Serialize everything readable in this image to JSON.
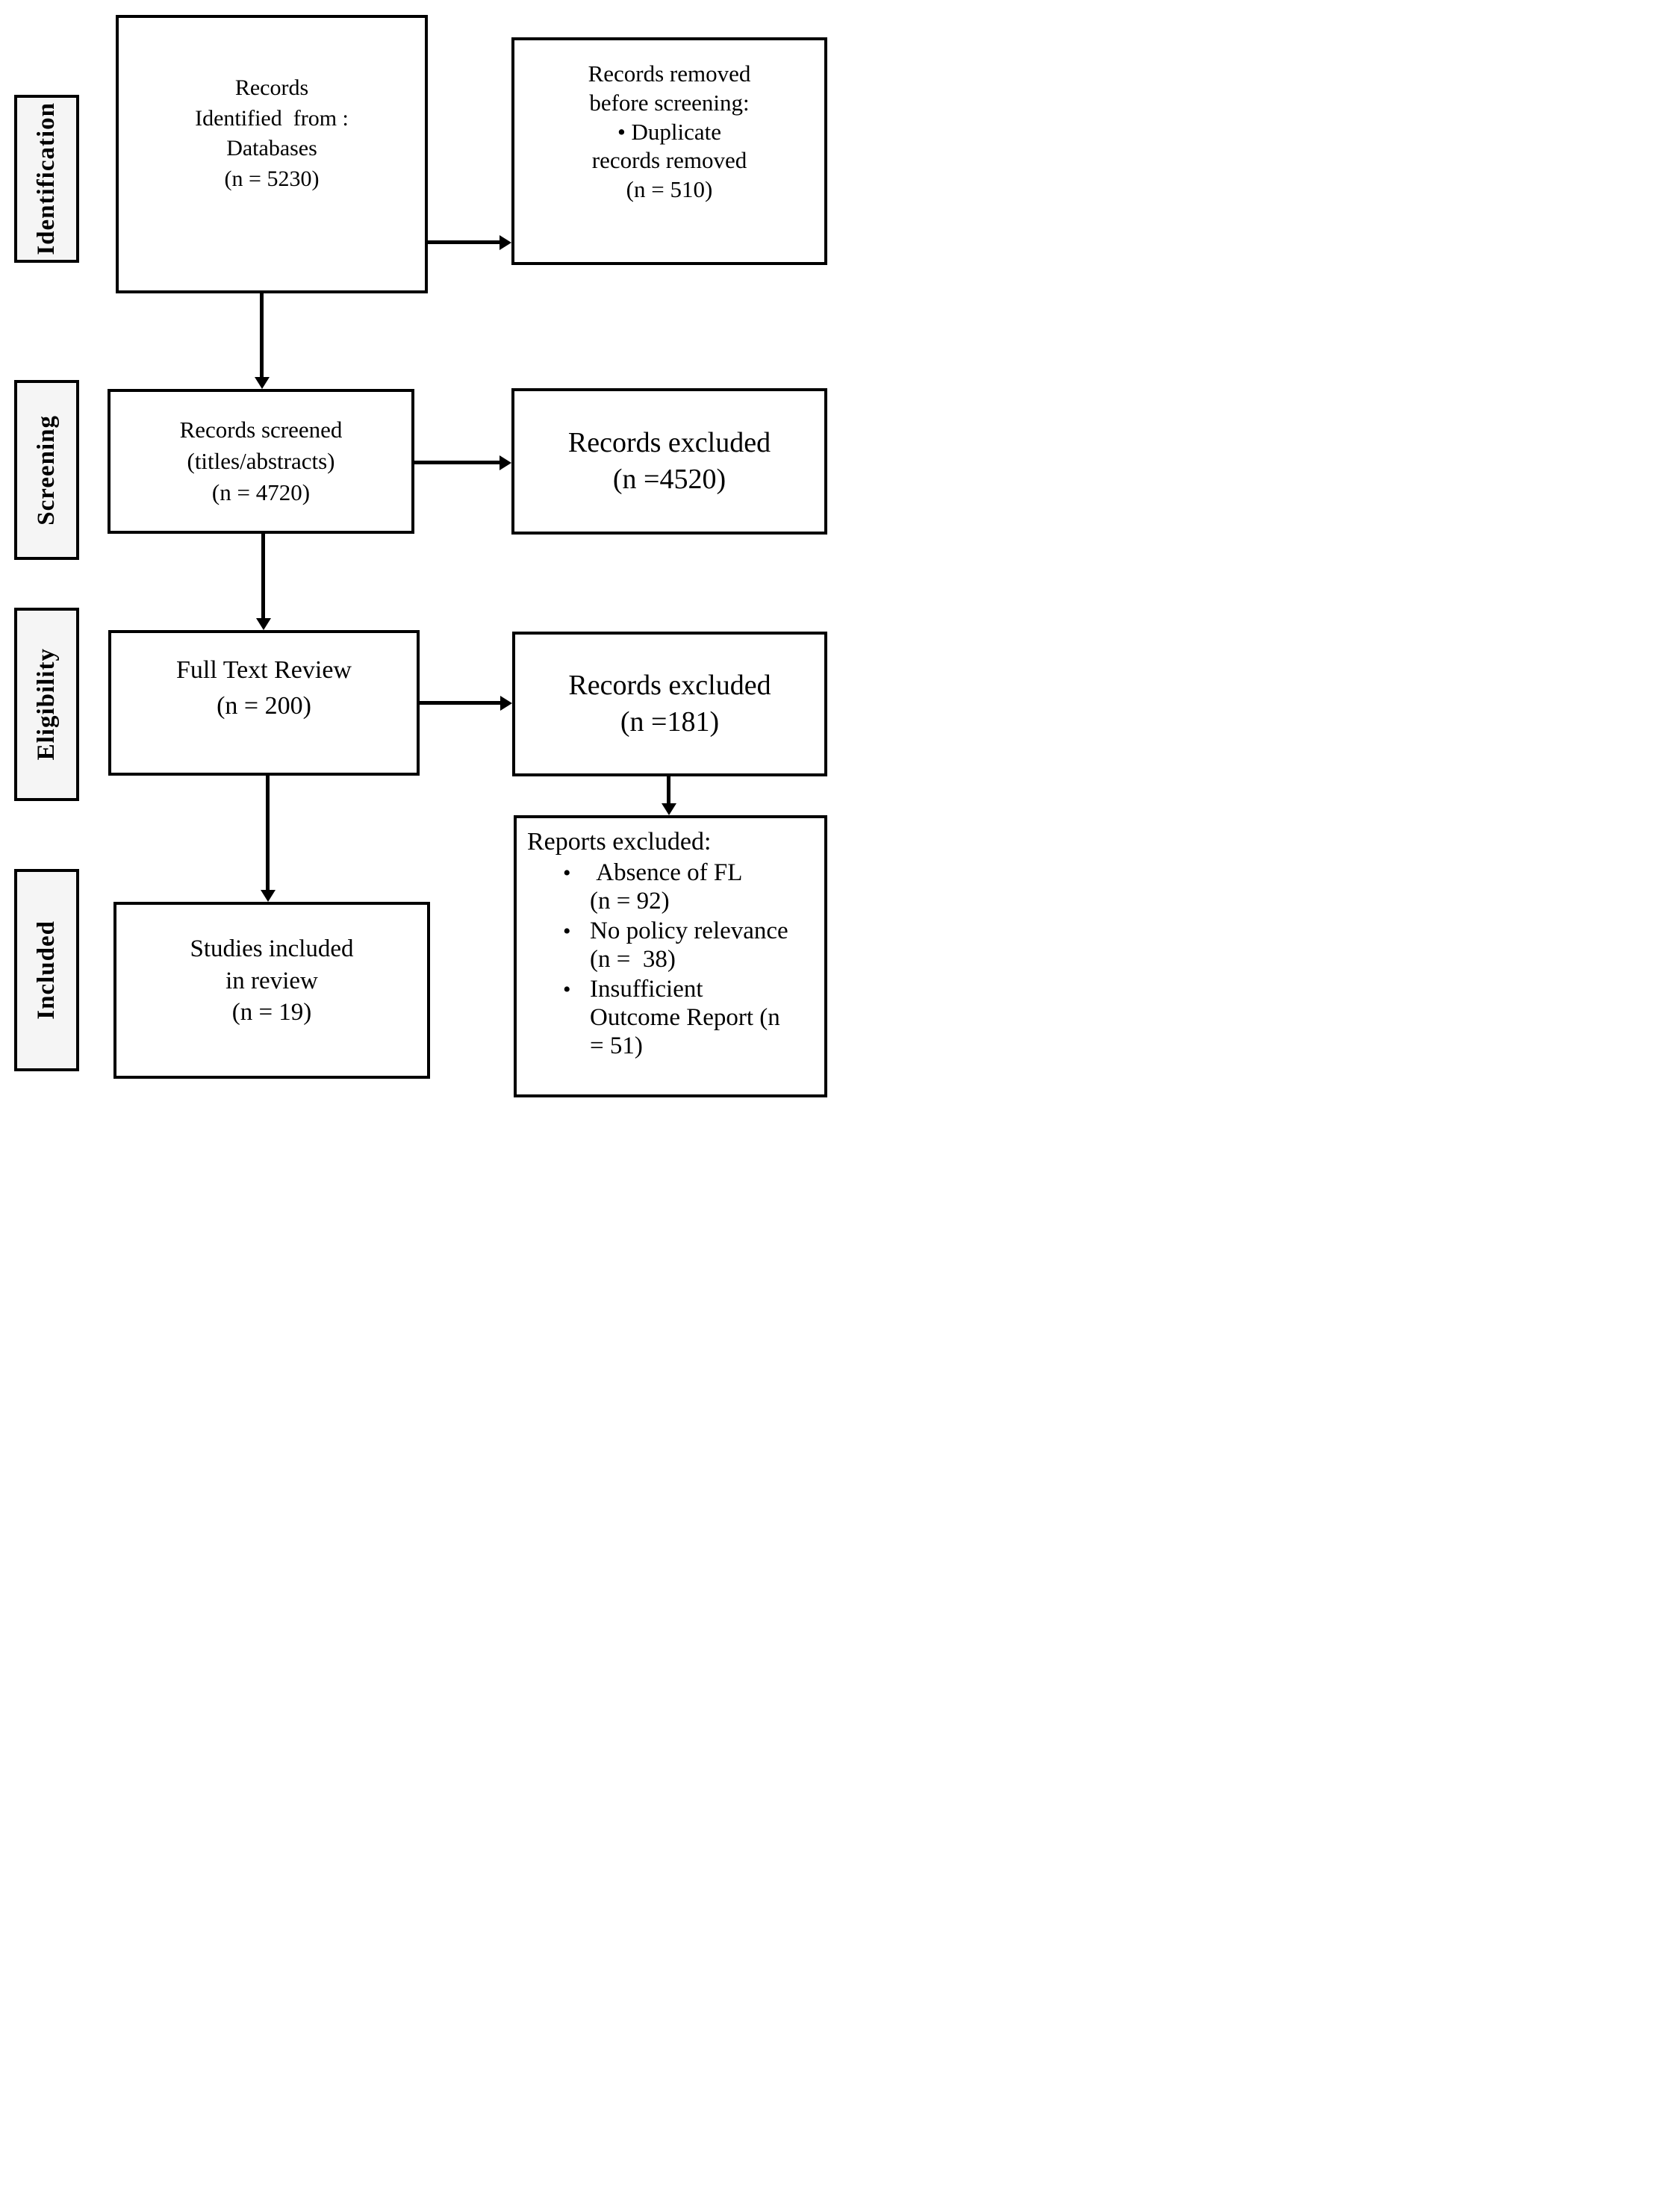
{
  "colors": {
    "line": "#000000",
    "box_fill": "#ffffff",
    "stage_label_fill": "#f5f5f5",
    "text": "#000000",
    "page_background": "#ffffff"
  },
  "stages": [
    {
      "label": "Identification"
    },
    {
      "label": "Screening"
    },
    {
      "label": "Eligibility"
    },
    {
      "label": "Included"
    }
  ],
  "flow_boxes": [
    {
      "name": "records-identified",
      "lines": [
        "Records",
        "Identified  from :",
        "Databases",
        "(n = 5230)"
      ]
    },
    {
      "name": "records-screened",
      "lines": [
        "Records screened",
        "(titles/abstracts)",
        "(n = 4720)"
      ]
    },
    {
      "name": "full-text-review",
      "lines": [
        "Full Text Review",
        "(n = 200)"
      ]
    },
    {
      "name": "studies-included",
      "lines": [
        "Studies included",
        "in review",
        "(n = 19)"
      ]
    }
  ],
  "side_boxes": [
    {
      "name": "records-removed-before-screening",
      "lines": [
        "Records removed",
        "before screening:",
        "• Duplicate",
        "records removed",
        "(n = 510)"
      ]
    },
    {
      "name": "records-excluded-screening",
      "lines": [
        "Records excluded",
        "(n =4520)"
      ]
    },
    {
      "name": "records-excluded-fulltext",
      "lines": [
        "Records excluded",
        "(n =181)"
      ]
    },
    {
      "name": "reports-excluded",
      "title": "Reports excluded:",
      "bullet_char": "•",
      "bullets": [
        {
          "lines": [
            " Absence of FL",
            "(n = 92)"
          ]
        },
        {
          "lines": [
            "No policy relevance",
            "(n =  38)"
          ]
        },
        {
          "lines": [
            "Insufficient",
            "Outcome Report (n",
            "= 51)"
          ]
        }
      ]
    }
  ]
}
